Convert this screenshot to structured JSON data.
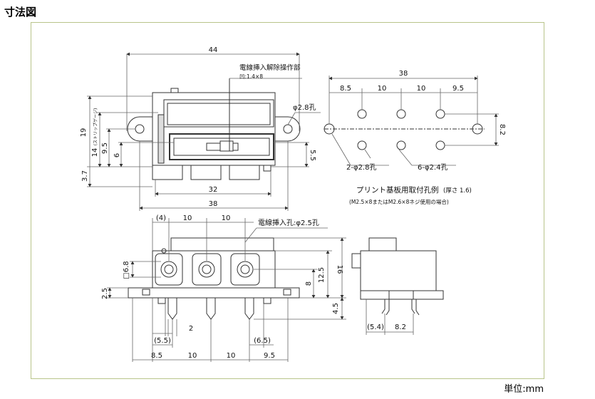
{
  "title": "寸法図",
  "unit_label": "単位:mm",
  "labels": {
    "top_width": "44",
    "release_op": "電線挿入解除操作部",
    "release_size": "凹:1.4×8",
    "hole_phi": "φ2.8孔",
    "h19": "19",
    "h14_strip": "14",
    "strip_gauge": "(ストリップゲージ)",
    "h9_5": "9.5",
    "h6": "6",
    "h5_5": "5.5",
    "h3_7": "3.7",
    "w32": "32",
    "w38": "38",
    "pcb_total": "38",
    "pcb_8_5": "8.5",
    "pcb_10a": "10",
    "pcb_10b": "10",
    "pcb_9_5": "9.5",
    "pcb_8_2": "8.2",
    "pcb_hole_a": "2-φ2.8孔",
    "pcb_hole_b": "6-φ2.4孔",
    "pcb_title": "プリント基板用取付孔例",
    "pcb_thickness": "(厚さ 1.6)",
    "pcb_screw": "(M2.5×8またはM2.6×8ネジ使用の場合)",
    "front_4": "(4)",
    "front_10a": "10",
    "front_10b": "10",
    "wire_hole": "電線挿入孔:φ2.5孔",
    "sq6_8": "□6.8",
    "h16": "16",
    "h12_5": "12.5",
    "h8": "8",
    "h4_5": "4.5",
    "h2_5": "2.5",
    "b5_5": "(5.5)",
    "b2": "2",
    "b6_5": "(6.5)",
    "b8_5": "8.5",
    "b10a": "10",
    "b10b": "10",
    "b9_5": "9.5",
    "side_5_4": "(5.4)",
    "side_8_2": "8.2"
  }
}
